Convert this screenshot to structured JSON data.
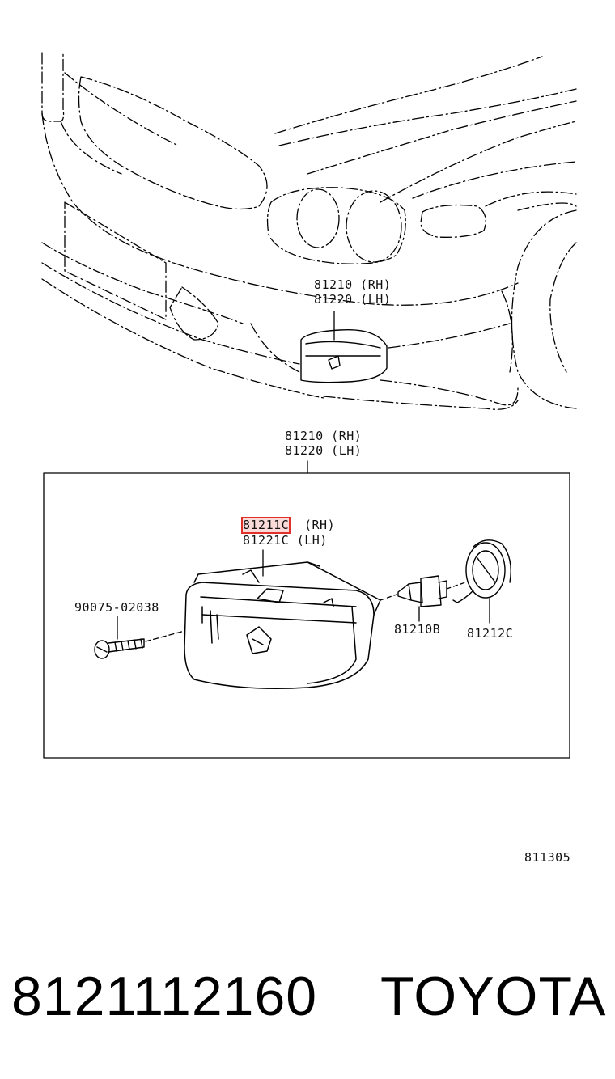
{
  "callouts": {
    "top_rh": "81210 (RH)",
    "top_lh": "81220 (LH)",
    "box_rh": "81210 (RH)",
    "box_lh": "81220 (LH)",
    "lens_rh_code": "81211C",
    "lens_rh_side": "(RH)",
    "lens_lh": "81221C (LH)",
    "screw": "90075-02038",
    "bulb": "81210B",
    "socket": "81212C"
  },
  "diagram_code": "811305",
  "footer": {
    "part_number": "8121112160",
    "brand": "TOYOTA"
  },
  "colors": {
    "line": "#000000",
    "highlight": "#e0302a"
  }
}
